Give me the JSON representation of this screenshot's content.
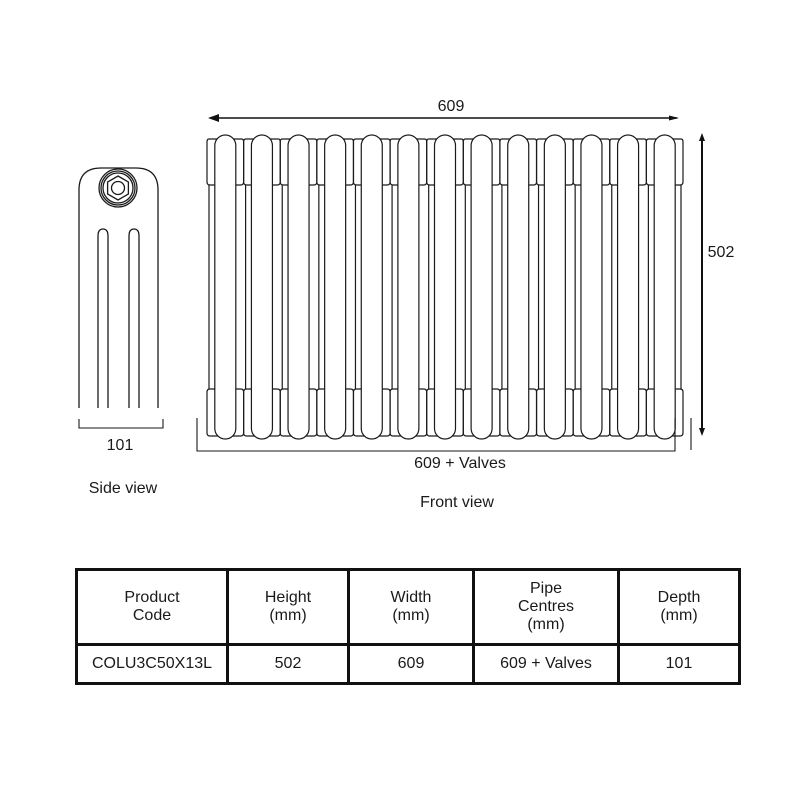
{
  "side_view": {
    "caption": "Side view",
    "width_dimension": "101"
  },
  "front_view": {
    "caption": "Front view",
    "width_dimension": "609",
    "height_dimension": "502",
    "pipe_centres_dimension": "609 + Valves",
    "section_count": 13
  },
  "spec_table": {
    "headers": [
      "Product\nCode",
      "Height\n(mm)",
      "Width\n(mm)",
      "Pipe\nCentres\n(mm)",
      "Depth\n(mm)"
    ],
    "row": [
      "COLU3C50X13L",
      "502",
      "609",
      "609 + Valves",
      "101"
    ]
  },
  "colors": {
    "line": "#1a1a1a",
    "background": "#ffffff"
  }
}
